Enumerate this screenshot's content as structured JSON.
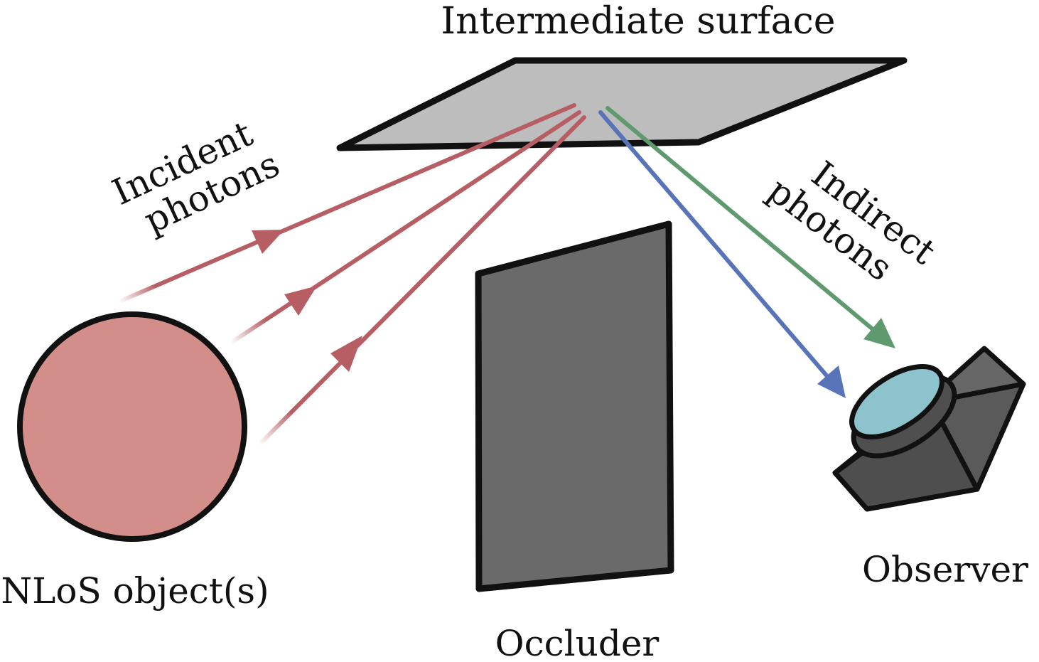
{
  "labels": {
    "intermediate_surface": "Intermediate surface",
    "incident_line1": "Incident",
    "incident_line2": "photons",
    "indirect_line1": "Indirect",
    "indirect_line2": "photons",
    "nlos_object": "NLoS object(s)",
    "occluder": "Occluder",
    "observer": "Observer"
  },
  "colors": {
    "incident": "#b65e64",
    "indirect_green": "#5f9a6e",
    "indirect_blue": "#5873b8",
    "sphere_fill": "#d48e89",
    "surface_fill": "#bdbdbd",
    "occluder_fill": "#6a6a6a",
    "camera_body": "#606060",
    "lens_fill": "#8cc3cc",
    "outline": "#111111"
  }
}
